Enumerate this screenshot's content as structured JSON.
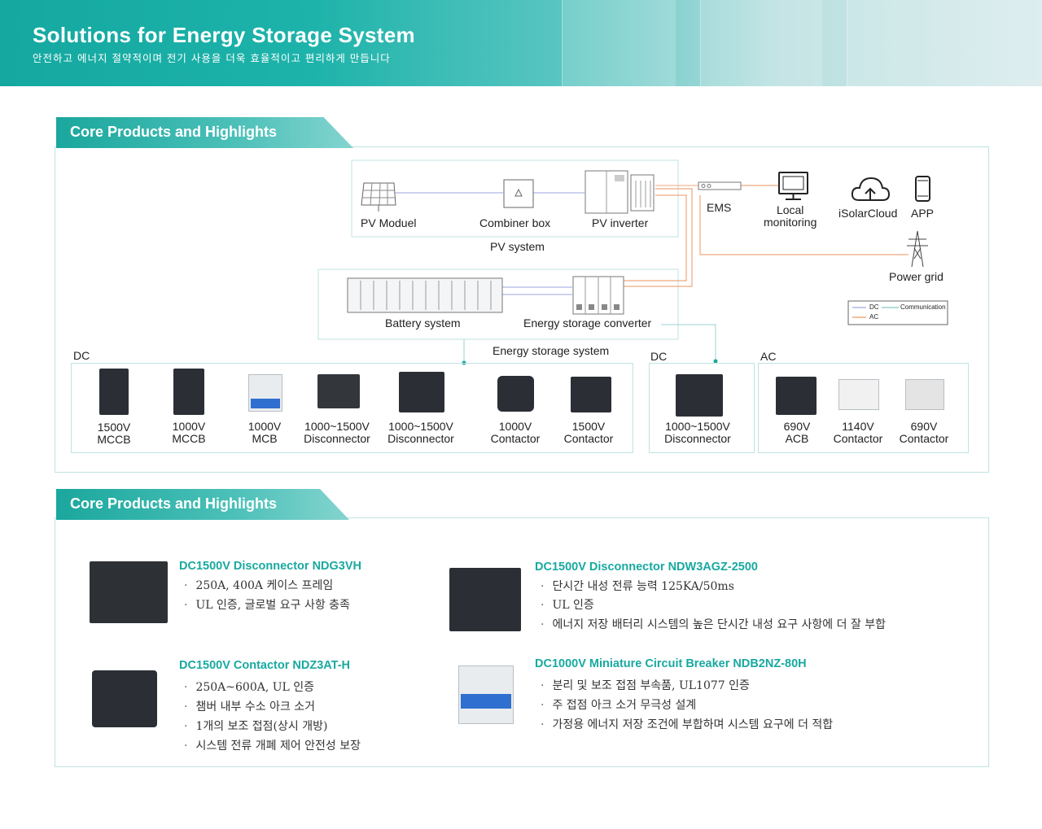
{
  "header": {
    "title": "Solutions for Energy Storage System",
    "subtitle": "안전하고 에너지 절약적이며 전기 사용을 더욱 효율적이고 편리하게 만듭니다"
  },
  "section1": {
    "tab_label": "Core Products and Highlights"
  },
  "diagram": {
    "pv_module": "PV  Moduel",
    "combiner_box": "Combiner box",
    "pv_inverter": "PV inverter",
    "pv_system": "PV system",
    "ems": "EMS",
    "local_monitoring": "Local\nmonitoring",
    "isolarcloud": "iSolarCloud",
    "app": "APP",
    "power_grid": "Power grid",
    "battery_system": "Battery system",
    "esc": "Energy storage converter",
    "ess": "Energy storage system",
    "legend": {
      "dc": "DC",
      "ac": "AC",
      "communication": "Communication"
    },
    "colors": {
      "dc": "#b0b6e6",
      "ac": "#f0a87e",
      "communication": "#9ad0cf"
    }
  },
  "groups": {
    "dc_left": "DC",
    "dc_mid": "DC",
    "ac": "AC"
  },
  "products": [
    {
      "line1": "1500V",
      "line2": "MCCB"
    },
    {
      "line1": "1000V",
      "line2": "MCCB"
    },
    {
      "line1": "1000V",
      "line2": "MCB"
    },
    {
      "line1": "1000~1500V",
      "line2": "Disconnector"
    },
    {
      "line1": "1000~1500V",
      "line2": "Disconnector"
    },
    {
      "line1": "1000V",
      "line2": "Contactor"
    },
    {
      "line1": "1500V",
      "line2": "Contactor"
    },
    {
      "line1": "1000~1500V",
      "line2": "Disconnector"
    },
    {
      "line1": "690V",
      "line2": "ACB"
    },
    {
      "line1": "1140V",
      "line2": "Contactor"
    },
    {
      "line1": "690V",
      "line2": "Contactor"
    }
  ],
  "section2": {
    "tab_label": "Core Products and Highlights"
  },
  "highlights": [
    {
      "title": "DC1500V Disconnector NDG3VH",
      "items": [
        "250A, 400A 케이스 프레임",
        "UL 인증, 글로벌 요구 사항 충족"
      ]
    },
    {
      "title": "DC1500V Disconnector NDW3AGZ-2500",
      "items": [
        "단시간 내성 전류 능력 125KA/50ms",
        "UL 인증",
        "에너지 저장 배터리 시스템의 높은 단시간 내성 요구 사항에 더 잘 부합"
      ]
    },
    {
      "title": "DC1500V Contactor NDZ3AT-H",
      "items": [
        "250A~600A, UL 인증",
        "챔버 내부 수소 아크 소거",
        "1개의 보조 접점(상시 개방)",
        "시스템 전류 개폐 제어 안전성 보장"
      ]
    },
    {
      "title": "DC1000V Miniature Circuit Breaker NDB2NZ-80H",
      "items": [
        "분리 및 보조 접점 부속품, UL1077 인증",
        "주 접점 아크 소거 무극성 설계",
        "가정용 에너지 저장 조건에 부합하며 시스템 요구에 더 적합"
      ]
    }
  ],
  "bullet": "·"
}
